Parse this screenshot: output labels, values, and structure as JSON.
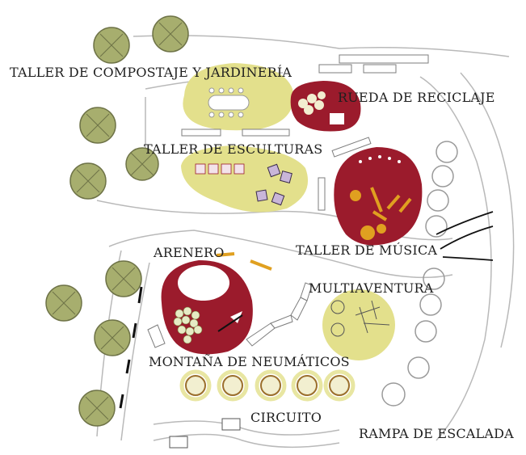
{
  "labels": {
    "compost": "TALLER DE COMPOSTAJE Y JARDINERÍA",
    "recycle": "RUEDA DE RECICLAJE",
    "sculpture": "TALLER DE ESCULTURAS",
    "music": "TALLER DE MÚSICA",
    "sandbox": "ARENERO",
    "multiadventure": "MULTIAVENTURA",
    "tires": "MONTAÑA DE NEUMÁTICOS",
    "circuit": "CIRCUITO",
    "ramp": "RAMPA DE ESCALADA"
  },
  "colors": {
    "lime": "#e3e08c",
    "maroon": "#9b1b2c",
    "tree": "#a7ae6e",
    "tree_stroke": "#6e7347",
    "line": "#9a9a9a",
    "orange": "#e0a020"
  }
}
